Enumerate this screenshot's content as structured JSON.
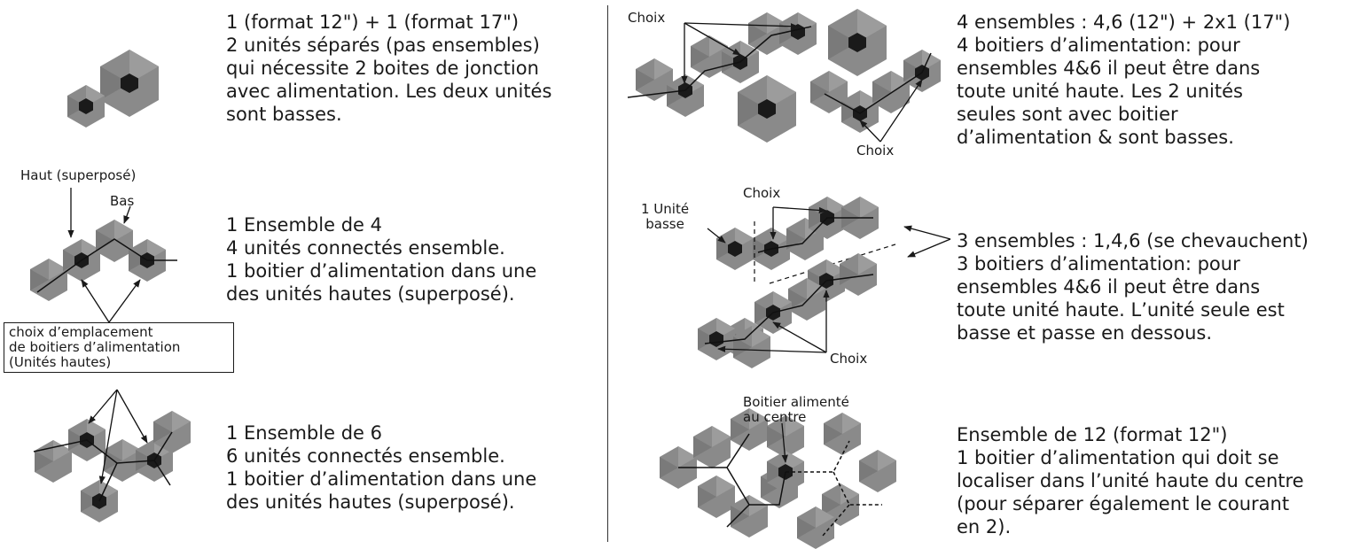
{
  "left": {
    "d1": [
      "1 (format 12\") + 1 (format 17\")",
      "2 unités séparés (pas ensembles)",
      "qui nécessite 2 boites de jonction",
      "avec alimentation. Les deux unités",
      "sont basses."
    ],
    "d2": [
      "1 Ensemble de 4",
      "4 unités connectés ensemble.",
      "1 boitier d’alimentation dans une",
      "des unités hautes (superposé)."
    ],
    "d3": [
      "1 Ensemble de 6",
      "6 unités connectés ensemble.",
      "1 boitier d’alimentation dans une",
      "des unités hautes (superposé)."
    ],
    "label_haut": "Haut (superposé)",
    "label_bas": "Bas",
    "choice_box": [
      "choix d’emplacement",
      "de boitiers d’alimentation",
      "(Unités hautes)"
    ]
  },
  "right": {
    "d1": [
      "4 ensembles : 4,6 (12\") + 2x1 (17\")",
      "4 boitiers d’alimentation: pour",
      "ensembles 4&6 il peut être dans",
      "toute unité haute. Les 2 unités",
      "seules sont avec boitier",
      "d’alimentation & sont basses."
    ],
    "d2": [
      "3 ensembles : 1,4,6 (se chevauchent)",
      "3 boitiers d’alimentation: pour",
      "ensembles 4&6 il peut être dans",
      "toute unité haute. L’unité seule est",
      "basse et passe en dessous."
    ],
    "d3": [
      "Ensemble de 12 (format 12\")",
      "1 boitier d’alimentation qui doit se",
      "localiser dans l’unité haute du centre",
      "(pour séparer également le courant",
      "en 2)."
    ],
    "choix": "Choix",
    "unite_basse": [
      "1 Unité",
      "basse"
    ],
    "boitier_centre": [
      "Boitier alimenté",
      "au centre"
    ]
  }
}
